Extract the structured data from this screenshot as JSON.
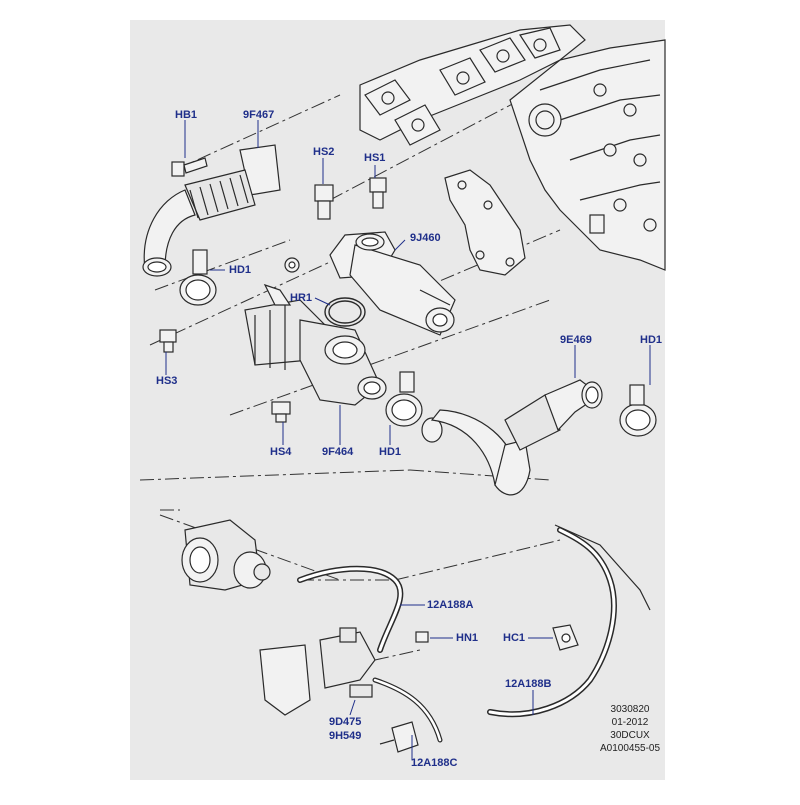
{
  "diagram": {
    "line_color": "#1f2f8a",
    "drawing_color": "#2a2a2a",
    "callouts": {
      "hb1": "HB1",
      "p9f467": "9F467",
      "hs2": "HS2",
      "hs1": "HS1",
      "p9j460": "9J460",
      "hd1_top": "HD1",
      "hr1": "HR1",
      "hs3": "HS3",
      "p9e469": "9E469",
      "hd1_right": "HD1",
      "hs4": "HS4",
      "p9f464": "9F464",
      "hd1_mid": "HD1",
      "p12a188a": "12A188A",
      "hn1": "HN1",
      "hc1": "HC1",
      "p12a188b": "12A188B",
      "p9d475": "9D475",
      "p9h549": "9H549",
      "p12a188c": "12A188C"
    },
    "info_block": {
      "line1": "3030820",
      "line2": "01-2012",
      "line3": "30DCUX",
      "line4": "A0100455-05"
    }
  }
}
